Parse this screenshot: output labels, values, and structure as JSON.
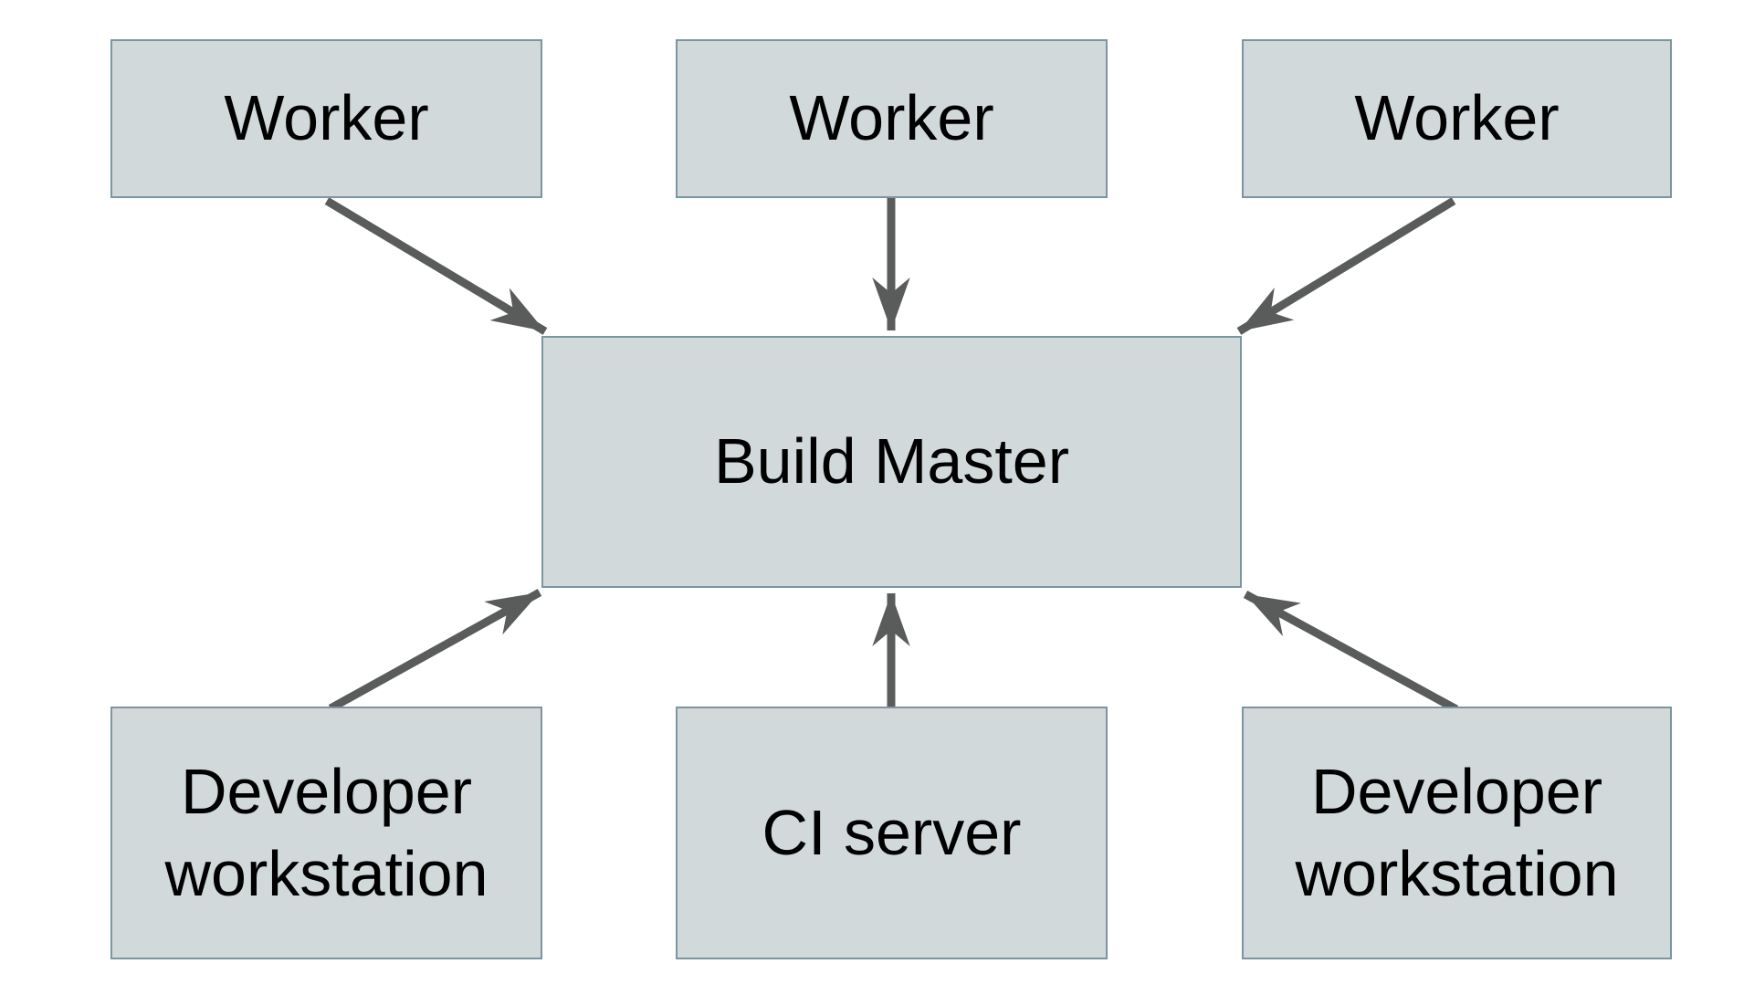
{
  "colors": {
    "node_fill": "#d1d9db",
    "node_border": "#7b95a1",
    "arrow": "#595c5b",
    "text": "#000000",
    "background": "#ffffff"
  },
  "nodes": {
    "worker_1": {
      "label": "Worker"
    },
    "worker_2": {
      "label": "Worker"
    },
    "worker_3": {
      "label": "Worker"
    },
    "build_master": {
      "label": "Build Master"
    },
    "developer_workstation_left": {
      "label": "Developer workstation"
    },
    "ci_server": {
      "label": "CI server"
    },
    "developer_workstation_right": {
      "label": "Developer workstation"
    }
  },
  "edges": [
    {
      "from": "worker_1",
      "to": "build_master"
    },
    {
      "from": "worker_2",
      "to": "build_master"
    },
    {
      "from": "worker_3",
      "to": "build_master"
    },
    {
      "from": "developer_workstation_left",
      "to": "build_master"
    },
    {
      "from": "ci_server",
      "to": "build_master"
    },
    {
      "from": "developer_workstation_right",
      "to": "build_master"
    }
  ]
}
